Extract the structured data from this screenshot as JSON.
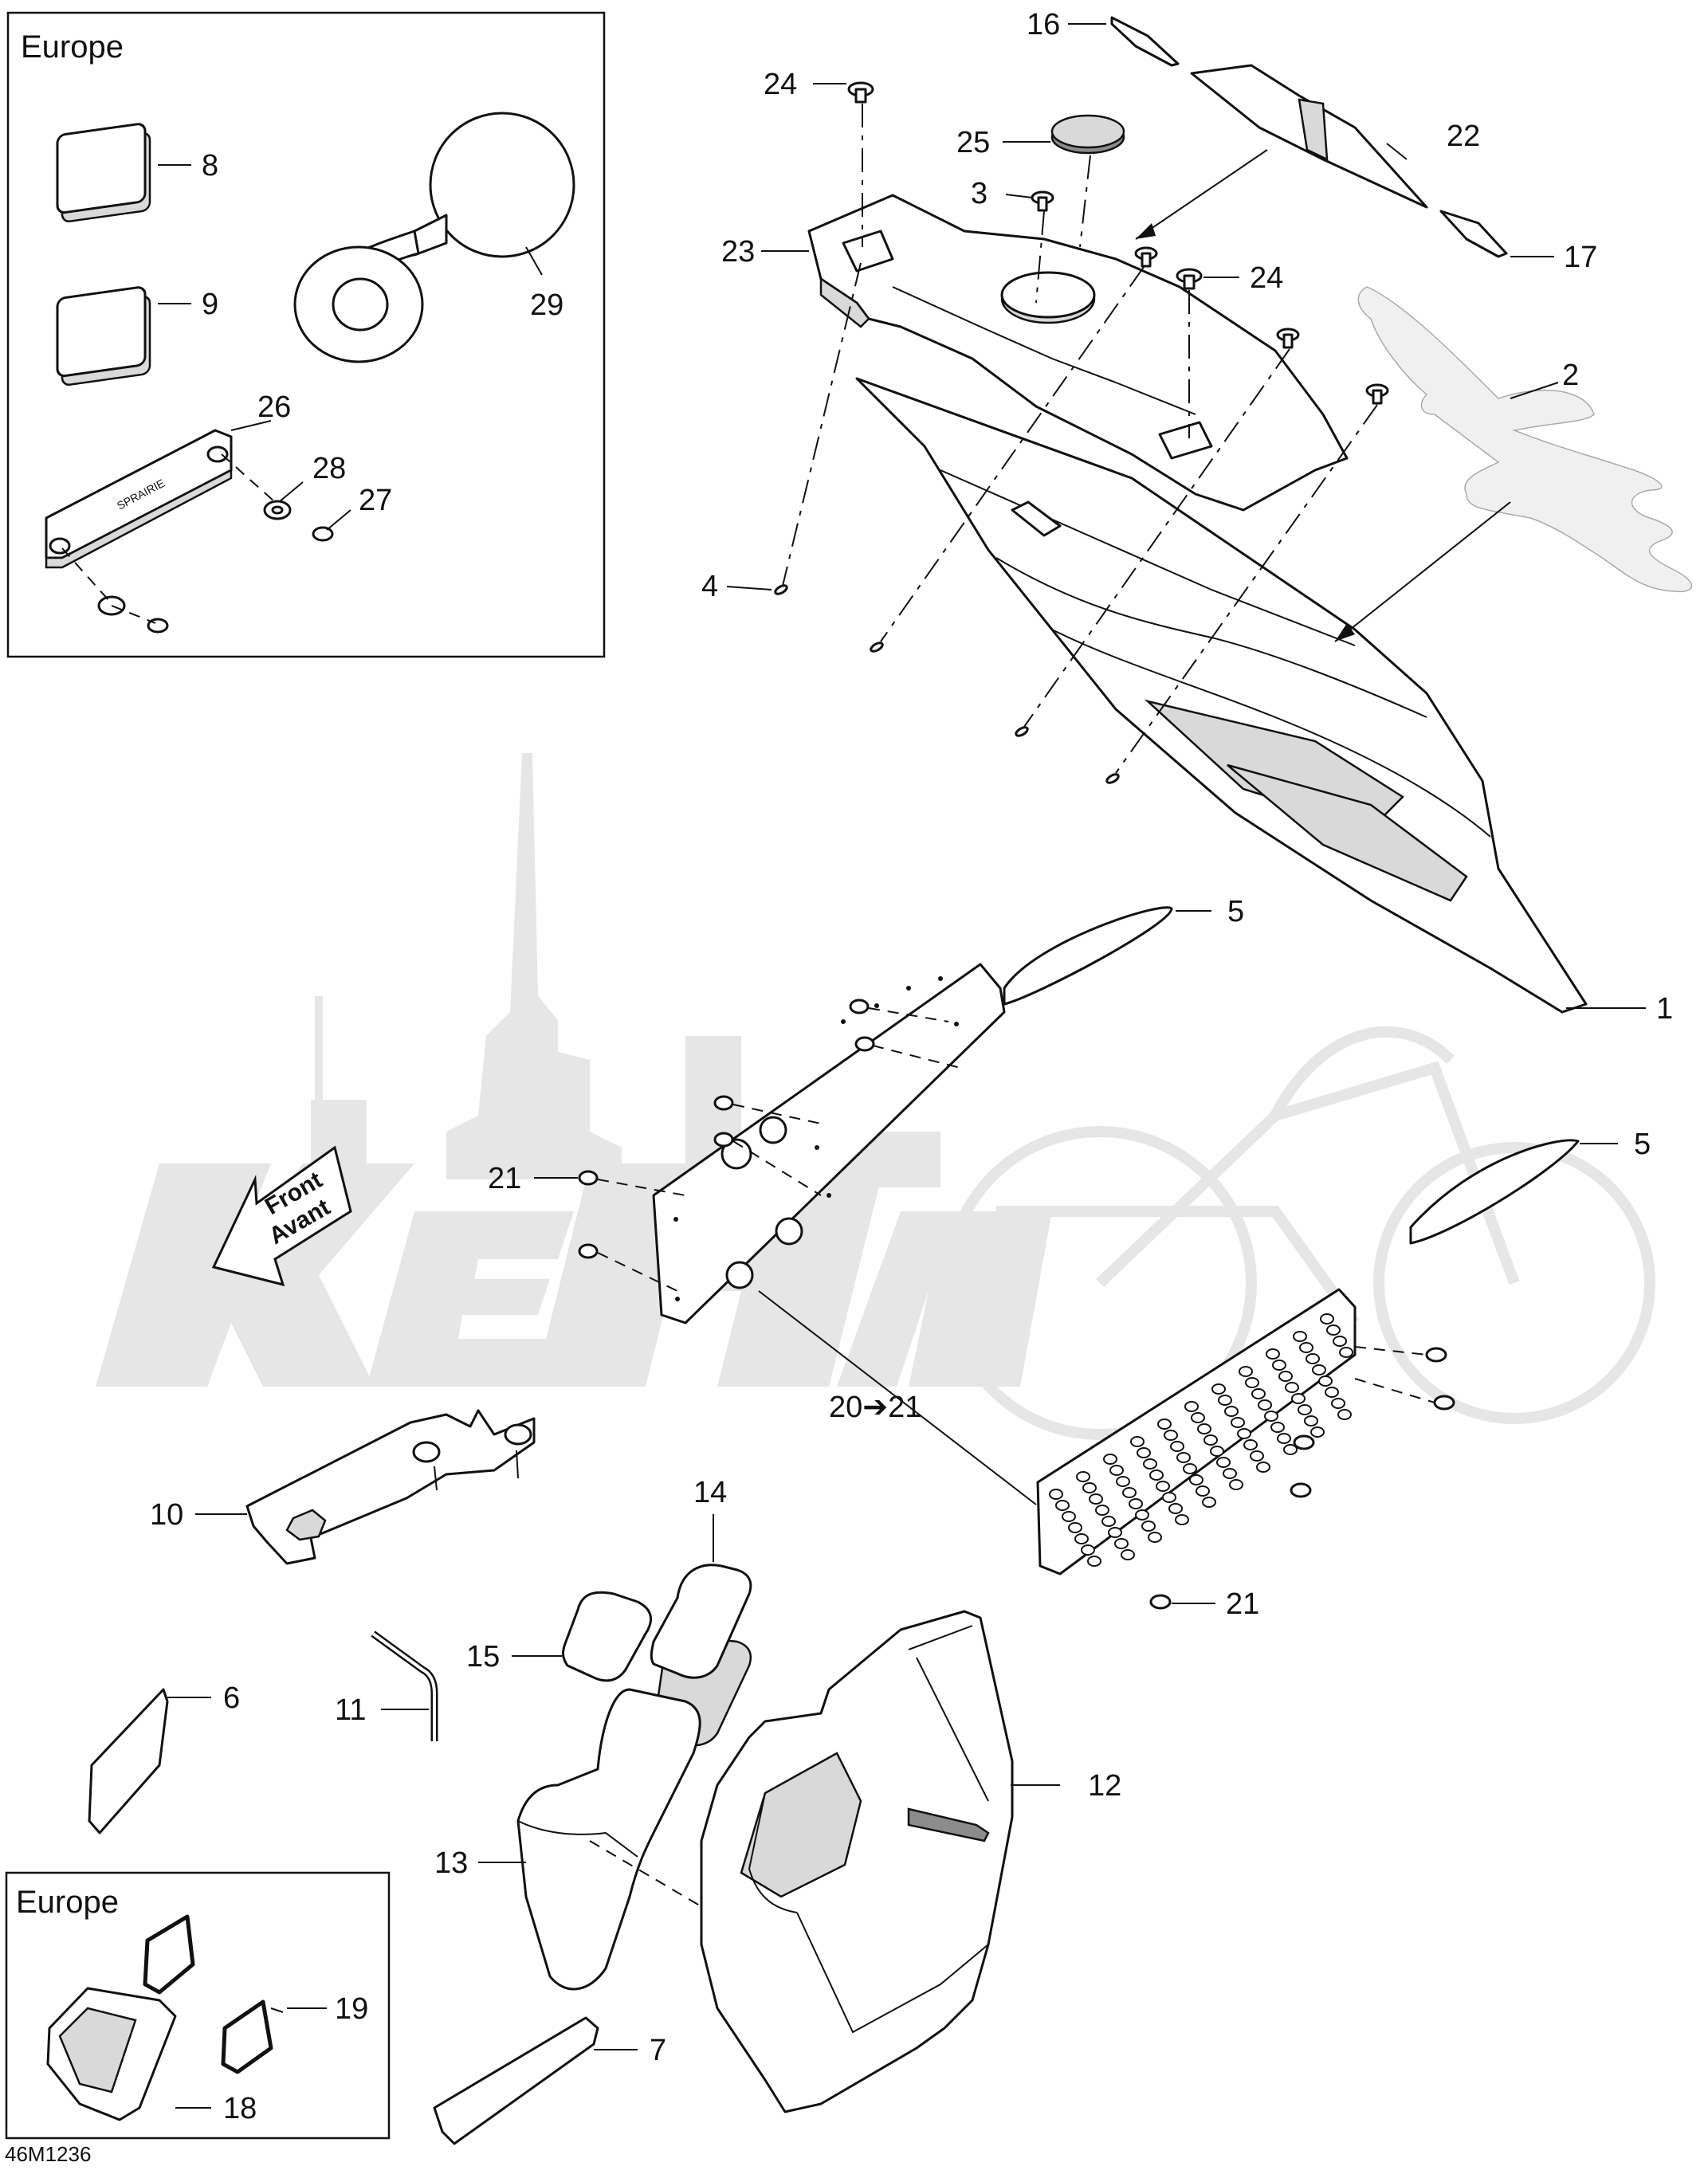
{
  "boxes": {
    "top": {
      "title": "Europe"
    },
    "bottom": {
      "title": "Europe"
    }
  },
  "direction_arrow": {
    "line1": "Front",
    "line2": "Avant"
  },
  "drawing_code": "46M1236",
  "callouts": {
    "c1": "1",
    "c2": "2",
    "c3": "3",
    "c4": "4",
    "c5a": "5",
    "c5b": "5",
    "c6": "6",
    "c7": "7",
    "c8": "8",
    "c9": "9",
    "c10": "10",
    "c11": "11",
    "c12": "12",
    "c13": "13",
    "c14": "14",
    "c15": "15",
    "c16": "16",
    "c17": "17",
    "c18": "18",
    "c19": "19",
    "c20_21": "20➔21",
    "c21a": "21",
    "c21b": "21",
    "c22": "22",
    "c23": "23",
    "c24a": "24",
    "c24b": "24",
    "c25": "25",
    "c26": "26",
    "c27": "27",
    "c28": "28",
    "c29": "29"
  }
}
